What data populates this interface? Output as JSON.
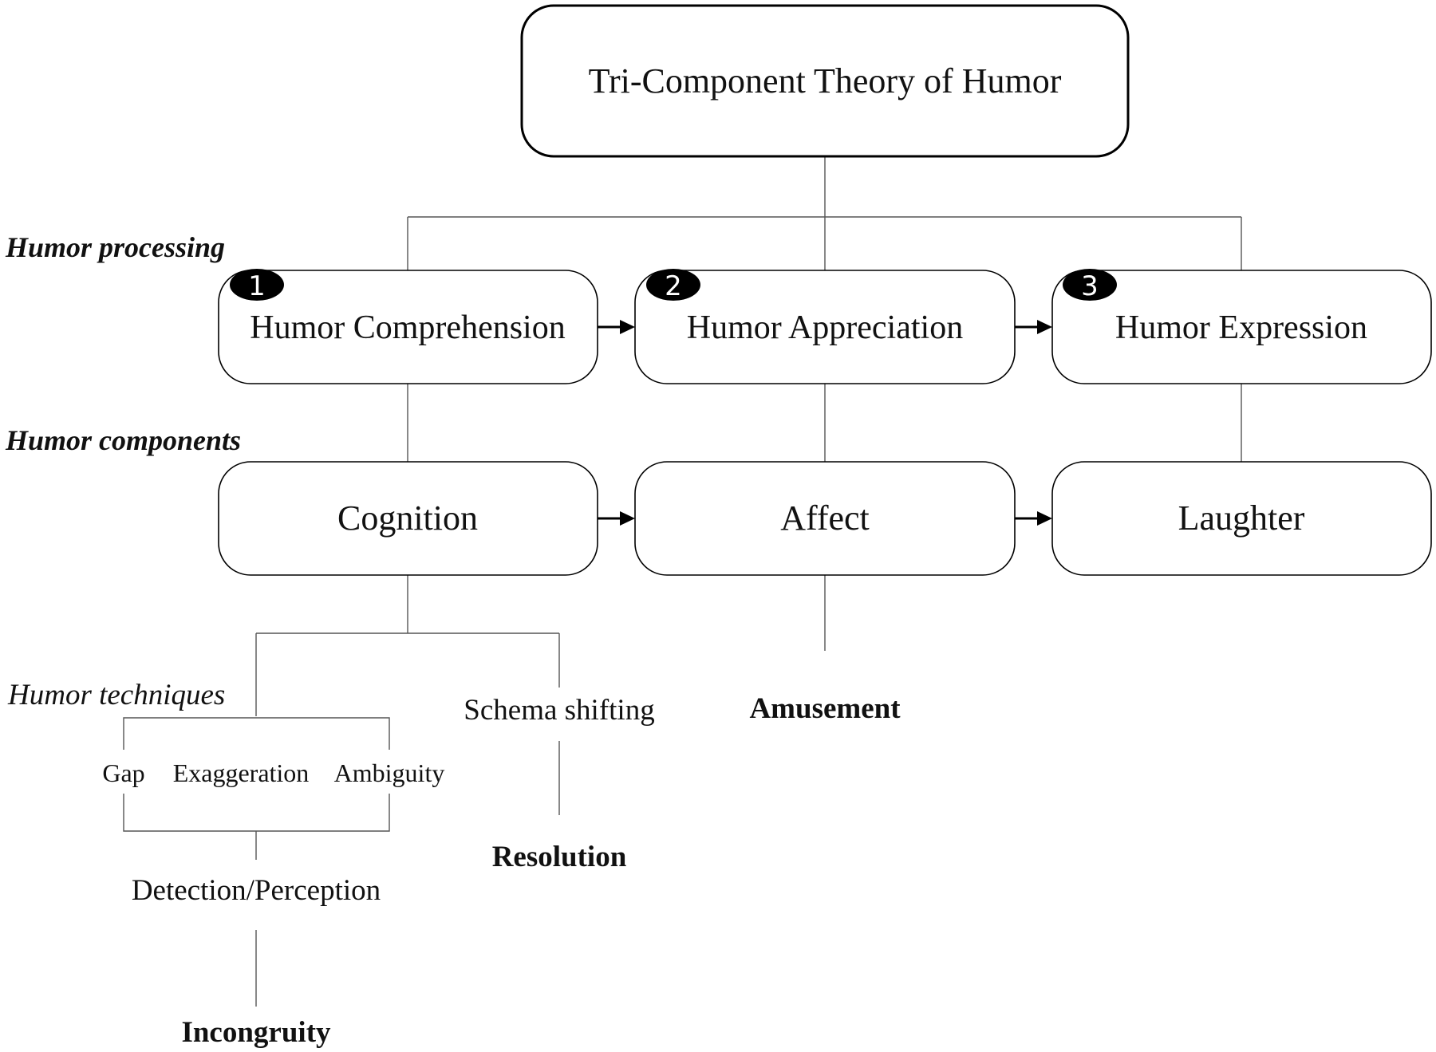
{
  "title": "Tri-Component Theory of Humor",
  "sections": {
    "processing": "Humor processing",
    "components": "Humor components",
    "techniques": "Humor techniques"
  },
  "processing_steps": [
    {
      "number": "1",
      "label": "Humor Comprehension"
    },
    {
      "number": "2",
      "label": "Humor Appreciation"
    },
    {
      "number": "3",
      "label": "Humor Expression"
    }
  ],
  "components": [
    "Cognition",
    "Affect",
    "Laughter"
  ],
  "techniques": [
    "Gap",
    "Exaggeration",
    "Ambiguity"
  ],
  "schema_shifting": "Schema shifting",
  "detection": "Detection/Perception",
  "outcomes": {
    "incongruity": "Incongruity",
    "resolution": "Resolution",
    "amusement": "Amusement"
  }
}
